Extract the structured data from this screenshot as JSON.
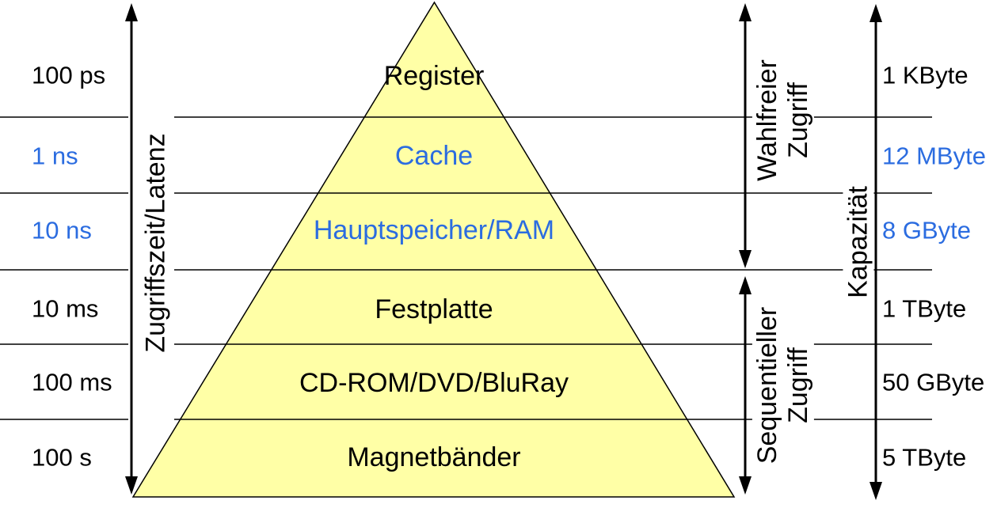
{
  "colors": {
    "accent_blue": "#2b6ce0",
    "text_black": "#000000",
    "pyramid_fill": "#ffffa6",
    "line_color": "#000000",
    "background": "#ffffff"
  },
  "left_axis": {
    "label": "Zugriffszeit/Latenz"
  },
  "right_axis": {
    "label": "Kapazität"
  },
  "access_spans": {
    "random": {
      "line1": "Wahlfreier",
      "line2": "Zugriff"
    },
    "sequential": {
      "line1": "Sequentieller",
      "line2": "Zugriff"
    }
  },
  "levels": [
    {
      "name": "Register",
      "access_time": "100 ps",
      "capacity": "1 KByte",
      "tone": "black"
    },
    {
      "name": "Cache",
      "access_time": "1 ns",
      "capacity": "12 MByte",
      "tone": "blue"
    },
    {
      "name": "Hauptspeicher/RAM",
      "access_time": "10 ns",
      "capacity": "8 GByte",
      "tone": "blue"
    },
    {
      "name": "Festplatte",
      "access_time": "10 ms",
      "capacity": "1 TByte",
      "tone": "black"
    },
    {
      "name": "CD-ROM/DVD/BluRay",
      "access_time": "100 ms",
      "capacity": "50 GByte",
      "tone": "black"
    },
    {
      "name": "Magnetbänder",
      "access_time": "100 s",
      "capacity": "5 TByte",
      "tone": "black"
    }
  ]
}
